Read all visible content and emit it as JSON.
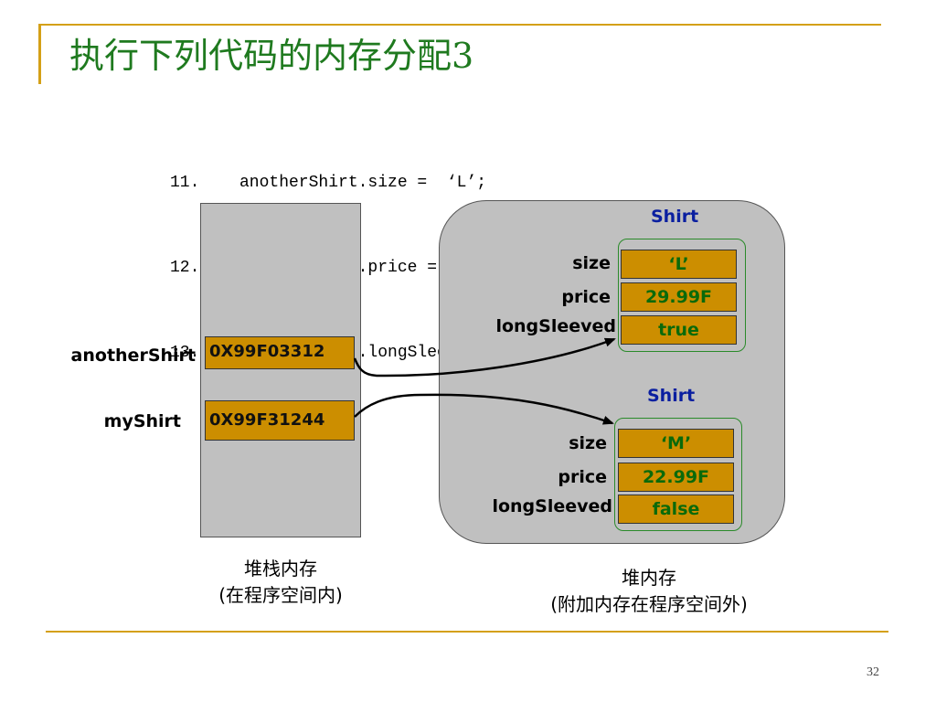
{
  "slide": {
    "title": "执行下列代码的内存分配3",
    "page_number": "32"
  },
  "code": [
    {
      "num": "11.",
      "text": "anotherShirt.size =  ‘L’;"
    },
    {
      "num": "12.",
      "text": "anotherShirt.price = 29.99F;"
    },
    {
      "num": "13.",
      "text": "anotherShirt.longSleeved = true;"
    }
  ],
  "stack": {
    "vars": [
      {
        "name": "anotherShirt",
        "address": "0X99F03312"
      },
      {
        "name": "myShirt",
        "address": "0X99F31244"
      }
    ],
    "caption_line1": "堆栈内存",
    "caption_line2": "(在程序空间内)"
  },
  "heap": {
    "objects": [
      {
        "class_name": "Shirt",
        "fields": [
          {
            "name": "size",
            "value": "‘L’"
          },
          {
            "name": "price",
            "value": "29.99F"
          },
          {
            "name": "longSleeved",
            "value": "true"
          }
        ]
      },
      {
        "class_name": "Shirt",
        "fields": [
          {
            "name": "size",
            "value": "‘M’"
          },
          {
            "name": "price",
            "value": "22.99F"
          },
          {
            "name": "longSleeved",
            "value": "false"
          }
        ]
      }
    ],
    "caption_line1": "堆内存",
    "caption_line2": "(附加内存在程序空间外)"
  },
  "colors": {
    "title": "#1f7a1f",
    "accent_rule": "#d4a017",
    "cell_fill": "#cc8e00",
    "memory_area": "#c0c0c0",
    "class_name": "#0a1fa0",
    "field_value": "#0a6a0a"
  }
}
